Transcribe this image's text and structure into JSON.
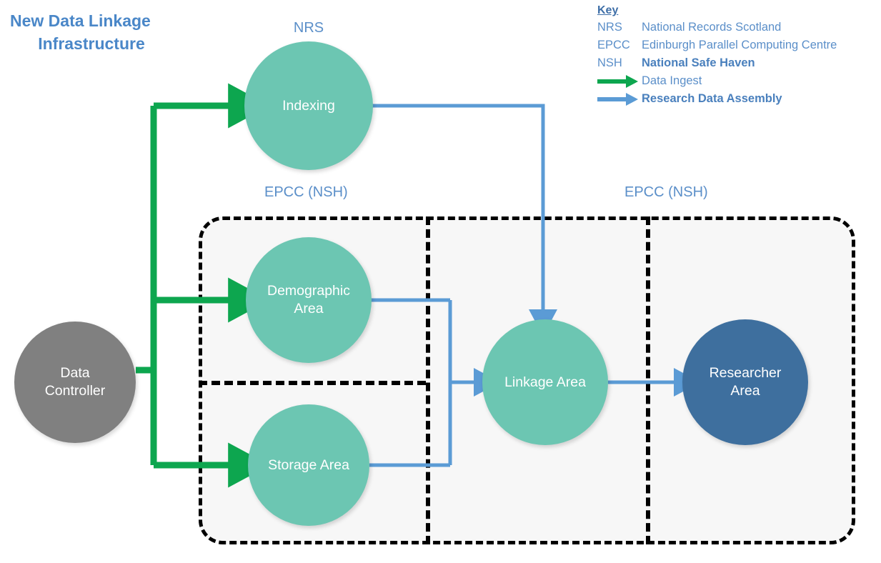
{
  "title": {
    "line1": "New Data Linkage",
    "line2": "Infrastructure"
  },
  "key": {
    "heading": "Key",
    "abbreviations": [
      {
        "abbr": "NRS",
        "desc": "National Records Scotland"
      },
      {
        "abbr": "EPCC",
        "desc": "Edinburgh Parallel Computing Centre"
      },
      {
        "abbr": "NSH",
        "desc": "National Safe Haven"
      }
    ],
    "arrows": [
      {
        "icon": "green-arrow-icon",
        "label": "Data Ingest",
        "color": "#0DA64F"
      },
      {
        "icon": "blue-arrow-icon",
        "label": "Research Data Assembly",
        "color": "#5B9BD5"
      }
    ]
  },
  "zones": {
    "caption_left": "EPCC (NSH)",
    "caption_right": "EPCC (NSH)"
  },
  "nodes": [
    {
      "id": "indexing",
      "label": "Indexing",
      "caption": "NRS",
      "color": "#6CC6B2"
    },
    {
      "id": "data-controller",
      "label": "Data\nController",
      "caption": "",
      "color": "#808080"
    },
    {
      "id": "demographic-area",
      "label": "Demographic\nArea",
      "caption": "",
      "color": "#6CC6B2"
    },
    {
      "id": "storage-area",
      "label": "Storage Area",
      "caption": "",
      "color": "#6CC6B2"
    },
    {
      "id": "linkage-area",
      "label": "Linkage Area",
      "caption": "",
      "color": "#6CC6B2"
    },
    {
      "id": "researcher-area",
      "label": "Researcher\nArea",
      "caption": "",
      "color": "#3E6F9E"
    }
  ],
  "node_labels": {
    "indexing": "Indexing",
    "data_controller_l1": "Data",
    "data_controller_l2": "Controller",
    "demographic_l1": "Demographic",
    "demographic_l2": "Area",
    "storage": "Storage Area",
    "linkage": "Linkage Area",
    "researcher_l1": "Researcher",
    "researcher_l2": "Area"
  },
  "colors": {
    "title": "#4A87C8",
    "caption": "#5B8FC9",
    "teal": "#6CC6B2",
    "grey": "#808080",
    "navy": "#3E6F9E",
    "ingest_green": "#0DA64F",
    "assembly_blue": "#5B9BD5",
    "zone_fill": "#F7F7F7",
    "zone_border": "#000000"
  }
}
